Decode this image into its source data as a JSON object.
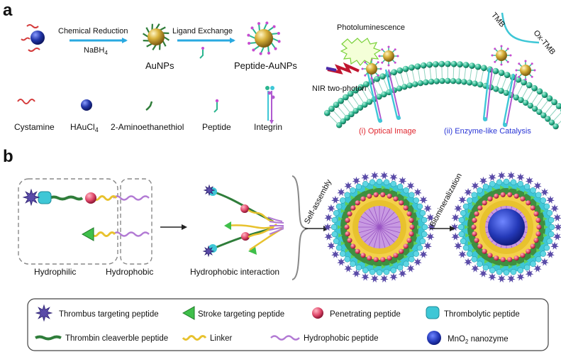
{
  "panel_a": {
    "letter": "a",
    "step1": {
      "label": "Chemical Reduction",
      "reagent_main": "NaBH",
      "reagent_sub": "4"
    },
    "step2": {
      "label": "Ligand Exchange"
    },
    "product1": "AuNPs",
    "product2": "Peptide-AuNPs",
    "legend": {
      "cystamine": "Cystamine",
      "haucl_main": "HAuCl",
      "haucl_sub": "4",
      "aminoethanethiol": "2-Aminoethanethiol",
      "peptide": "Peptide",
      "integrin": "Integrin"
    },
    "membrane": {
      "photoluminescence": "Photoluminescence",
      "nir": "NIR two-photon",
      "tmb": "TMB",
      "ox_tmb": "Ox-TMB",
      "optical": "(i) Optical Image",
      "enzyme": "(ii) Enzyme-like Catalysis"
    }
  },
  "panel_b": {
    "letter": "b",
    "hydrophilic": "Hydrophilic",
    "hydrophobic": "Hydrophobic",
    "interaction": "Hydrophobic interaction",
    "self_assembly": "Self-assembly",
    "biomineralization": "Biomineralization",
    "legend": {
      "thrombus": "Thrombus targeting peptide",
      "stroke": "Stroke targeting peptide",
      "penetrating": "Penetrating peptide",
      "thrombolytic": "Thrombolytic peptide",
      "cleavable": "Thrombin cleaverble peptide",
      "linker": "Linker",
      "hydrophobic_peptide": "Hydrophobic peptide",
      "mno_main": "MnO",
      "mno_sub": "2",
      "mno_rest": " nanozyme"
    }
  },
  "colors": {
    "blue_arrow": "#29a9e0",
    "gold": "#c9a227",
    "teal": "#2bb58f",
    "cyan": "#3ec7d6",
    "green": "#2f7d3a",
    "pink": "#e0486a",
    "yellow": "#e8c22e",
    "purple": "#b27ad4",
    "navy": "#2f3f9c",
    "red_text": "#e0262e",
    "blue_text": "#2a36d6"
  }
}
